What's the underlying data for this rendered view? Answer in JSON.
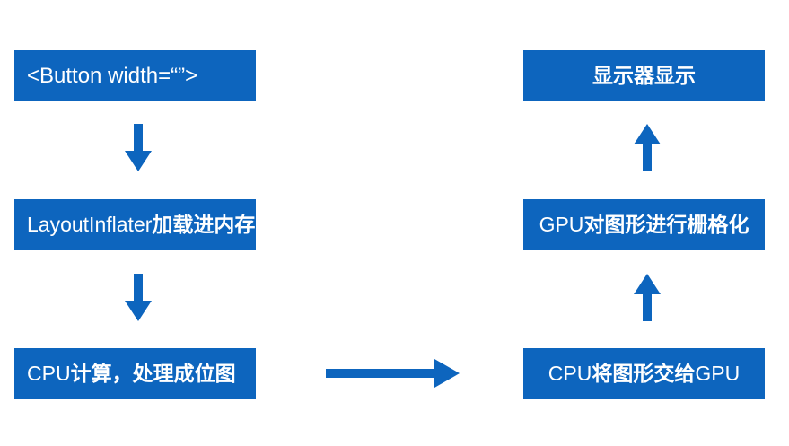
{
  "diagram": {
    "title": "Android UI rendering pipeline flowchart",
    "accent_color": "#0D65BE",
    "text_color": "#FFFFFF",
    "background_color": "#FFFFFF",
    "left_column": [
      {
        "id": "button-xml",
        "text": "<Button width=“”>"
      },
      {
        "id": "layout-inflater",
        "latin": "LayoutInflater",
        "cjk": "加载进内存",
        "text": "LayoutInflater加载进内存"
      },
      {
        "id": "cpu-bitmap",
        "latin": "CPU",
        "cjk": "计算，处理成位图",
        "text": "CPU计算，处理成位图"
      }
    ],
    "right_column": [
      {
        "id": "monitor-display",
        "text": "显示器显示"
      },
      {
        "id": "gpu-rasterize",
        "latin": "GPU",
        "cjk": "对图形进行栅格化",
        "text": "GPU对图形进行栅格化"
      },
      {
        "id": "cpu-to-gpu",
        "latin_lead": "CPU",
        "cjk": "将图形交给",
        "latin_tail": "GPU",
        "text": "CPU将图形交给GPU"
      }
    ],
    "arrows": [
      {
        "id": "arrow-down-1",
        "direction": "down",
        "from": "button-xml",
        "to": "layout-inflater"
      },
      {
        "id": "arrow-down-2",
        "direction": "down",
        "from": "layout-inflater",
        "to": "cpu-bitmap"
      },
      {
        "id": "arrow-right-1",
        "direction": "right",
        "from": "cpu-bitmap",
        "to": "cpu-to-gpu"
      },
      {
        "id": "arrow-up-2",
        "direction": "up",
        "from": "cpu-to-gpu",
        "to": "gpu-rasterize"
      },
      {
        "id": "arrow-up-1",
        "direction": "up",
        "from": "gpu-rasterize",
        "to": "monitor-display"
      }
    ]
  }
}
